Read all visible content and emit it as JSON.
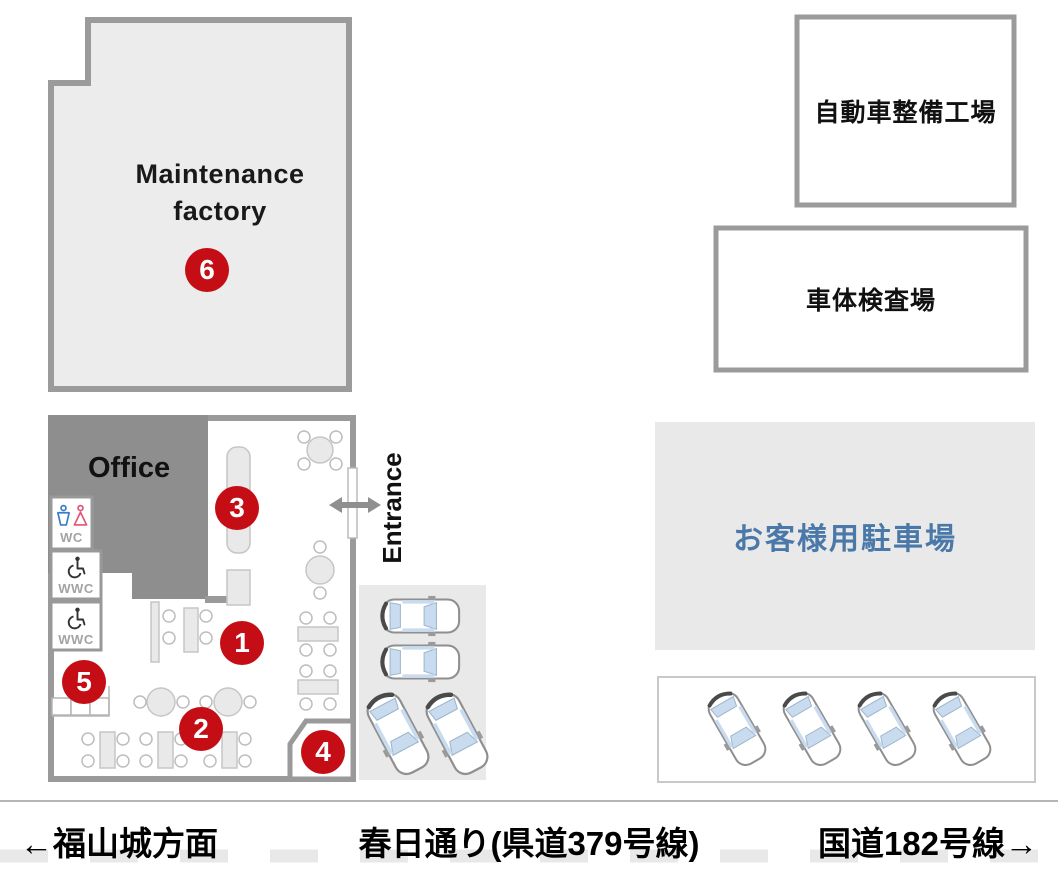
{
  "maintenance_factory": {
    "name_line1": "Maintenance",
    "name_line2": "factory"
  },
  "office": {
    "label": "Office"
  },
  "entrance": {
    "label": "Entrance"
  },
  "toilets": {
    "wc_label": "WC",
    "wwc1_label": "WWC",
    "wwc2_label": "WWC"
  },
  "badges": {
    "b1": "1",
    "b2": "2",
    "b3": "3",
    "b4": "4",
    "b5": "5",
    "b6": "6"
  },
  "east_buildings": {
    "repair_factory": "自動車整備工場",
    "inspection": "車体検査場"
  },
  "customer_parking": {
    "label": "お客様用駐車場"
  },
  "road": {
    "west": "←福山城方面",
    "name": "春日通り(県道379号線)",
    "east": "国道182号線→"
  },
  "colors": {
    "badge_red": "#c40d14",
    "wall_gray": "#9a9a9a",
    "office_gray": "#8e8e8e",
    "building_fill": "#ececec",
    "parking_fill": "#e9e9e9",
    "parking_text_blue": "#4a79a9",
    "male_icon_blue": "#3b7cc9",
    "female_icon_pink": "#e05578",
    "car_window_blue": "#c9dbee",
    "road_dash_gray": "#e8e8e8"
  }
}
